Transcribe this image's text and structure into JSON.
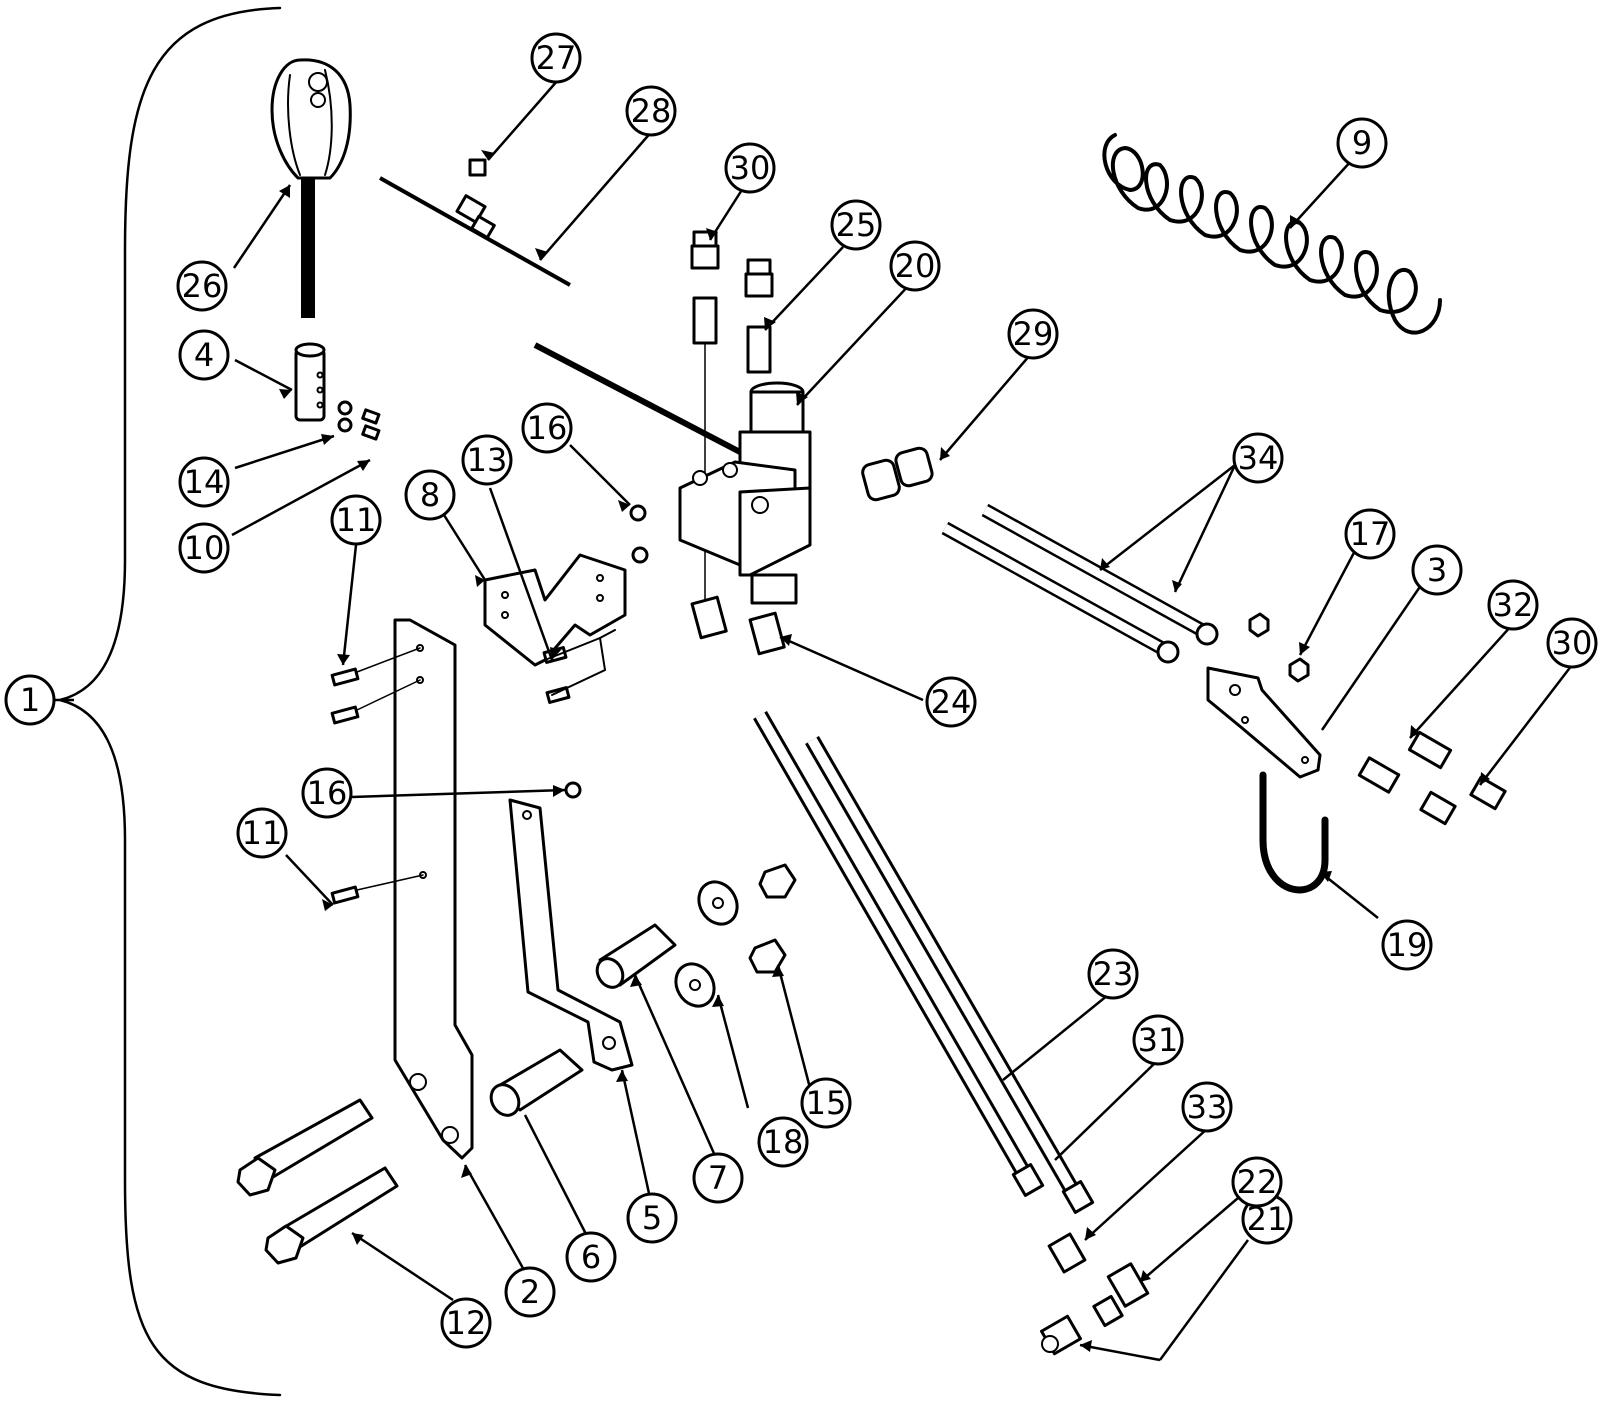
{
  "callouts": [
    {
      "id": "c1",
      "label": "1"
    },
    {
      "id": "c2",
      "label": "2"
    },
    {
      "id": "c3",
      "label": "3"
    },
    {
      "id": "c4",
      "label": "4"
    },
    {
      "id": "c5",
      "label": "5"
    },
    {
      "id": "c6",
      "label": "6"
    },
    {
      "id": "c7",
      "label": "7"
    },
    {
      "id": "c8",
      "label": "8"
    },
    {
      "id": "c9",
      "label": "9"
    },
    {
      "id": "c10",
      "label": "10"
    },
    {
      "id": "c11a",
      "label": "11"
    },
    {
      "id": "c11b",
      "label": "11"
    },
    {
      "id": "c12",
      "label": "12"
    },
    {
      "id": "c13",
      "label": "13"
    },
    {
      "id": "c14",
      "label": "14"
    },
    {
      "id": "c15",
      "label": "15"
    },
    {
      "id": "c16a",
      "label": "16"
    },
    {
      "id": "c16b",
      "label": "16"
    },
    {
      "id": "c17",
      "label": "17"
    },
    {
      "id": "c18",
      "label": "18"
    },
    {
      "id": "c19",
      "label": "19"
    },
    {
      "id": "c20",
      "label": "20"
    },
    {
      "id": "c21",
      "label": "21"
    },
    {
      "id": "c22",
      "label": "22"
    },
    {
      "id": "c23",
      "label": "23"
    },
    {
      "id": "c24",
      "label": "24"
    },
    {
      "id": "c25",
      "label": "25"
    },
    {
      "id": "c26",
      "label": "26"
    },
    {
      "id": "c27",
      "label": "27"
    },
    {
      "id": "c28",
      "label": "28"
    },
    {
      "id": "c29",
      "label": "29"
    },
    {
      "id": "c30a",
      "label": "30"
    },
    {
      "id": "c30b",
      "label": "30"
    },
    {
      "id": "c31",
      "label": "31"
    },
    {
      "id": "c32",
      "label": "32"
    },
    {
      "id": "c33",
      "label": "33"
    },
    {
      "id": "c34",
      "label": "34"
    }
  ],
  "colors": {
    "line": "#000000",
    "background": "#ffffff"
  }
}
